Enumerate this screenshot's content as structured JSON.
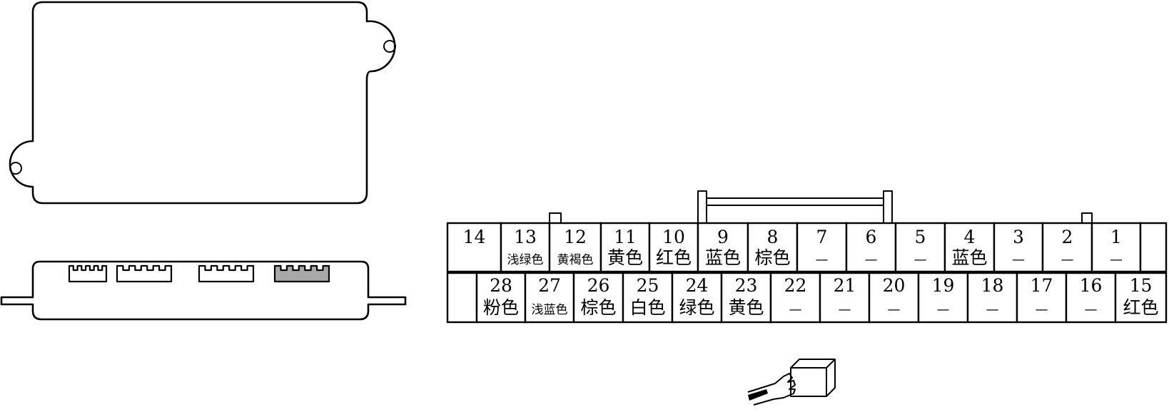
{
  "colors": {
    "stroke": "#000000",
    "highlight_port": "#a8a8a8",
    "background": "#ffffff"
  },
  "connector_top_row": [
    {
      "pin": "14",
      "color": ""
    },
    {
      "pin": "13",
      "color": "浅绿色"
    },
    {
      "pin": "12",
      "color": "黄褐色"
    },
    {
      "pin": "11",
      "color": "黄色"
    },
    {
      "pin": "10",
      "color": "红色"
    },
    {
      "pin": "9",
      "color": "蓝色"
    },
    {
      "pin": "8",
      "color": "棕色"
    },
    {
      "pin": "7",
      "color": "—"
    },
    {
      "pin": "6",
      "color": "—"
    },
    {
      "pin": "5",
      "color": "—"
    },
    {
      "pin": "4",
      "color": "蓝色"
    },
    {
      "pin": "3",
      "color": "—"
    },
    {
      "pin": "2",
      "color": "—"
    },
    {
      "pin": "1",
      "color": "—"
    }
  ],
  "connector_bottom_row": [
    {
      "pin": "28",
      "color": "粉色"
    },
    {
      "pin": "27",
      "color": "浅蓝色"
    },
    {
      "pin": "26",
      "color": "棕色"
    },
    {
      "pin": "25",
      "color": "白色"
    },
    {
      "pin": "24",
      "color": "绿色"
    },
    {
      "pin": "23",
      "color": "黄色"
    },
    {
      "pin": "22",
      "color": "—"
    },
    {
      "pin": "21",
      "color": "—"
    },
    {
      "pin": "20",
      "color": "—"
    },
    {
      "pin": "19",
      "color": "—"
    },
    {
      "pin": "18",
      "color": "—"
    },
    {
      "pin": "17",
      "color": "—"
    },
    {
      "pin": "16",
      "color": "—"
    },
    {
      "pin": "15",
      "color": "红色"
    }
  ],
  "icons": {
    "hand_connector": "hand-pushing-connector-icon"
  }
}
